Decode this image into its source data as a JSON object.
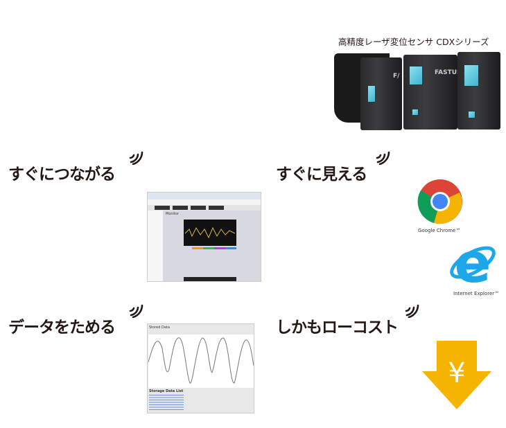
{
  "product": {
    "title": "高精度レーザ変位センサ CDXシリーズ",
    "brand": "FASTUS"
  },
  "features": [
    {
      "label": "すぐにつながる"
    },
    {
      "label": "すぐに見える"
    },
    {
      "label": "データをためる"
    },
    {
      "label": "しかもローコスト"
    }
  ],
  "browsers": [
    {
      "name": "Google Chrome™"
    },
    {
      "name": "Internet Explorer™"
    }
  ],
  "screenshots": {
    "monitor_title": "Monitor",
    "stored_title": "Stored Data",
    "storage_list_title": "Storage Data List"
  },
  "cost_icon": {
    "symbol": "¥",
    "color": "#f5b400"
  }
}
